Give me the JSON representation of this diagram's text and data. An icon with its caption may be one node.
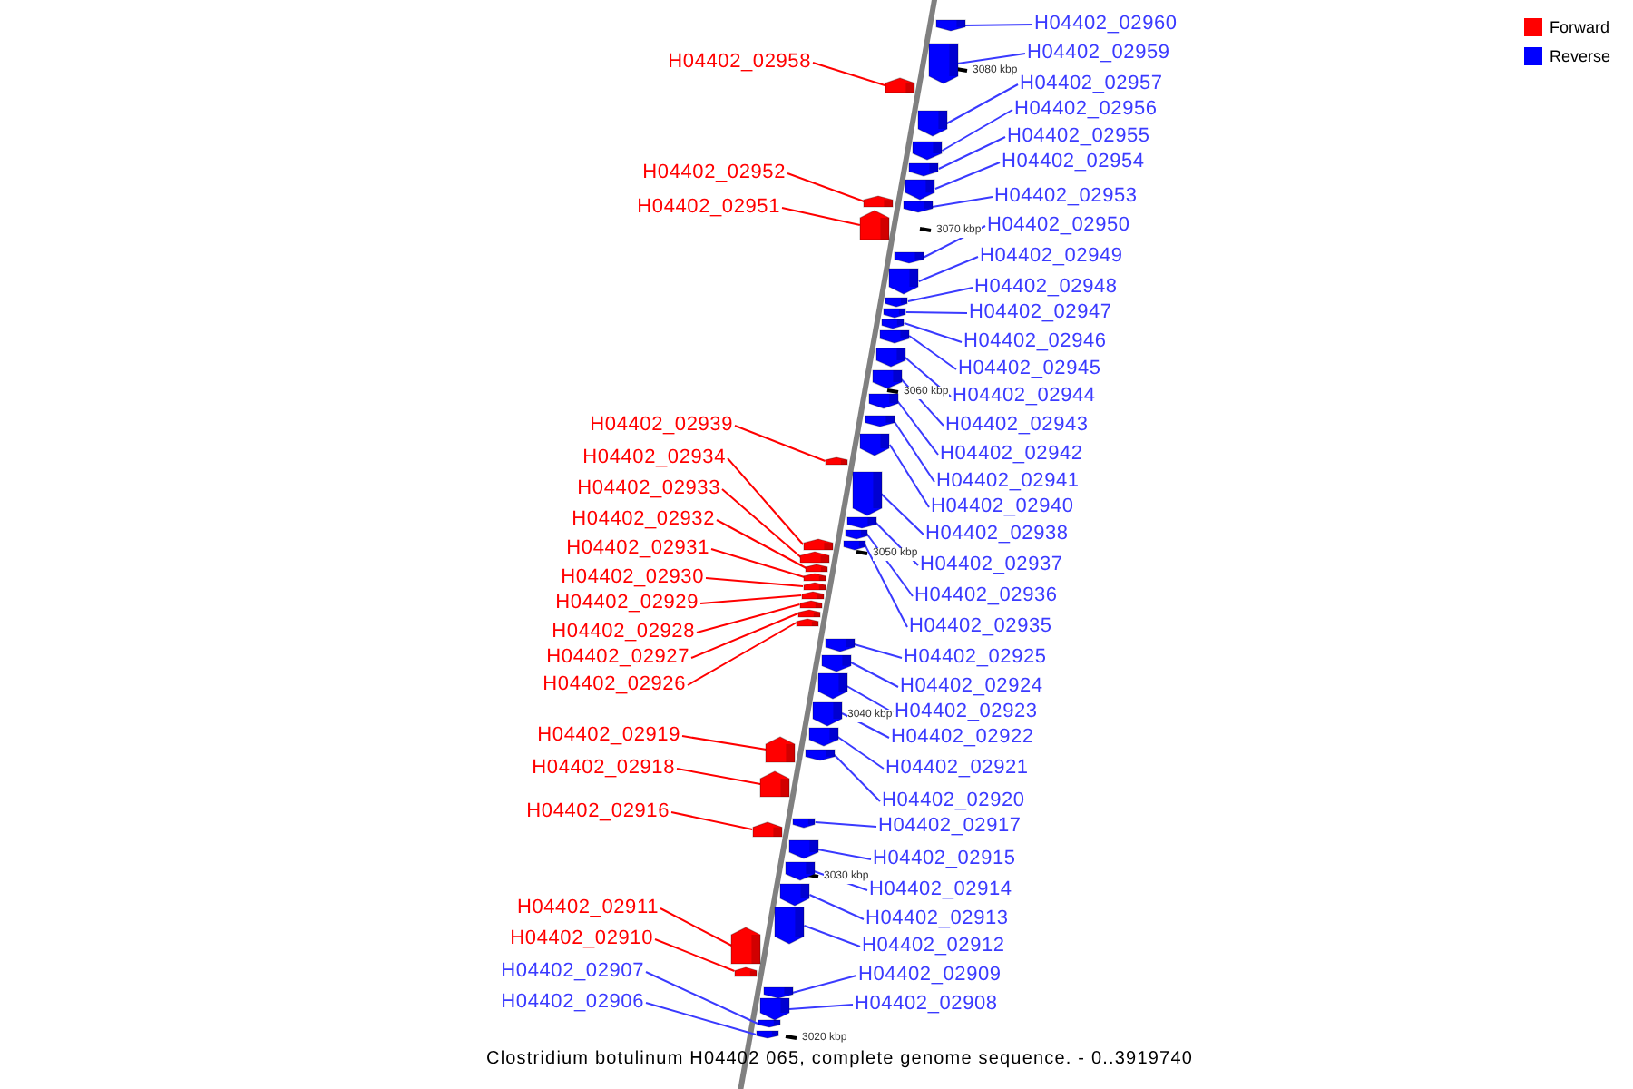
{
  "diagram": {
    "caption": "Clostridium botulinum H04402 065, complete genome sequence. - 0..3919740",
    "nodes": [
      {
        "text": [
          "H04402_02958"
        ]
      },
      {
        "text": [],
        "shape": "arrow"
      },
      {
        "text": [
          "H04402_02952"
        ]
      },
      {
        "text": [],
        "shape": "arrow"
      },
      {
        "text": [
          "H04402_02951"
        ]
      },
      {
        "text": [],
        "shape": "arrow"
      },
      {
        "text": [
          "H04402_02939"
        ]
      },
      {
        "text": [],
        "shape": "arrow"
      },
      {
        "text": [
          "H04402_02934"
        ]
      },
      {
        "text": [],
        "shape": "arrow"
      },
      {
        "text": [
          "H04402_02933"
        ]
      },
      {
        "text": [],
        "shape": "arrow"
      },
      {
        "text": [
          "H04402_02932"
        ]
      },
      {
        "text": [],
        "shape": "arrow"
      },
      {
        "text": [
          "H04402_02931"
        ]
      },
      {
        "text": [],
        "shape": "arrow"
      },
      {
        "text": [
          "H04402_02930"
        ]
      },
      {
        "text": [],
        "shape": "arrow"
      },
      {
        "text": [
          "H04402_02929"
        ]
      },
      {
        "text": [],
        "shape": "arrow"
      },
      {
        "text": [
          "H04402_02928"
        ]
      },
      {
        "text": [],
        "shape": "arrow"
      },
      {
        "text": [
          "H04402_02927"
        ]
      },
      {
        "text": [],
        "shape": "arrow"
      },
      {
        "text": [
          "H04402_02926"
        ]
      },
      {
        "text": [],
        "shape": "arrow"
      },
      {
        "text": [
          "H04402_02919"
        ]
      },
      {
        "text": [],
        "shape": "arrow"
      },
      {
        "text": [
          "H04402_02918"
        ]
      },
      {
        "text": [],
        "shape": "arrow"
      },
      {
        "text": [
          "H04402_02916"
        ]
      },
      {
        "text": [],
        "shape": "arrow"
      },
      {
        "text": [
          "H04402_02911"
        ]
      },
      {
        "text": [],
        "shape": "arrow"
      },
      {
        "text": [
          "H04402_02910"
        ]
      },
      {
        "text": [],
        "shape": "arrow"
      },
      {
        "text": [
          "H04402_02907"
        ]
      },
      {
        "text": [],
        "shape": "arrow"
      },
      {
        "text": [
          "H04402_02906"
        ]
      },
      {
        "text": [],
        "shape": "arrow"
      },
      {
        "text": [
          "H04402_02960"
        ]
      },
      {
        "text": [],
        "shape": "arrow"
      },
      {
        "text": [
          "H04402_02959"
        ]
      },
      {
        "text": [],
        "shape": "arrow"
      },
      {
        "text": [
          "H04402_02957"
        ]
      },
      {
        "text": [],
        "shape": "arrow"
      },
      {
        "text": [
          "H04402_02956"
        ]
      },
      {
        "text": [],
        "shape": "arrow"
      },
      {
        "text": [
          "H04402_02955"
        ]
      },
      {
        "text": [],
        "shape": "arrow"
      },
      {
        "text": [
          "H04402_02954"
        ]
      },
      {
        "text": [],
        "shape": "arrow"
      },
      {
        "text": [
          "H04402_02953"
        ]
      },
      {
        "text": [],
        "shape": "arrow"
      },
      {
        "text": [
          "H04402_02950"
        ]
      },
      {
        "text": [],
        "shape": "arrow"
      },
      {
        "text": [
          "H04402_02949"
        ]
      },
      {
        "text": [],
        "shape": "arrow"
      },
      {
        "text": [
          "H04402_02948"
        ]
      },
      {
        "text": [],
        "shape": "arrow"
      },
      {
        "text": [
          "H04402_02947"
        ]
      },
      {
        "text": [],
        "shape": "arrow"
      },
      {
        "text": [
          "H04402_02946"
        ]
      },
      {
        "text": [],
        "shape": "arrow"
      },
      {
        "text": [
          "H04402_02945"
        ]
      },
      {
        "text": [],
        "shape": "arrow"
      },
      {
        "text": [
          "H04402_02944"
        ]
      },
      {
        "text": [],
        "shape": "arrow"
      },
      {
        "text": [
          "H04402_02943"
        ]
      },
      {
        "text": [],
        "shape": "arrow"
      },
      {
        "text": [
          "H04402_02942"
        ]
      },
      {
        "text": [],
        "shape": "arrow"
      },
      {
        "text": [
          "H04402_02941"
        ]
      },
      {
        "text": [],
        "shape": "arrow"
      },
      {
        "text": [
          "H04402_02940"
        ]
      },
      {
        "text": [],
        "shape": "arrow"
      },
      {
        "text": [
          "H04402_02938"
        ]
      },
      {
        "text": [],
        "shape": "arrow"
      },
      {
        "text": [
          "H04402_02937"
        ]
      },
      {
        "text": [],
        "shape": "arrow"
      },
      {
        "text": [
          "H04402_02936"
        ]
      },
      {
        "text": [],
        "shape": "arrow"
      },
      {
        "text": [
          "H04402_02935"
        ]
      },
      {
        "text": [],
        "shape": "arrow"
      },
      {
        "text": [
          "H04402_02925"
        ]
      },
      {
        "text": [],
        "shape": "arrow"
      },
      {
        "text": [
          "H04402_02924"
        ]
      },
      {
        "text": [],
        "shape": "arrow"
      },
      {
        "text": [
          "H04402_02923"
        ]
      },
      {
        "text": [],
        "shape": "arrow"
      },
      {
        "text": [
          "H04402_02922"
        ]
      },
      {
        "text": [],
        "shape": "arrow"
      },
      {
        "text": [
          "H04402_02921"
        ]
      },
      {
        "text": [],
        "shape": "arrow"
      },
      {
        "text": [
          "H04402_02920"
        ]
      },
      {
        "text": [],
        "shape": "arrow"
      },
      {
        "text": [
          "H04402_02917"
        ]
      },
      {
        "text": [],
        "shape": "arrow"
      },
      {
        "text": [
          "H04402_02915"
        ]
      },
      {
        "text": [],
        "shape": "arrow"
      },
      {
        "text": [
          "H04402_02914"
        ]
      },
      {
        "text": [],
        "shape": "arrow"
      },
      {
        "text": [
          "H04402_02913"
        ]
      },
      {
        "text": [],
        "shape": "arrow"
      },
      {
        "text": [
          "H04402_02912"
        ]
      },
      {
        "text": [],
        "shape": "arrow"
      },
      {
        "text": [
          "H04402_02909"
        ]
      },
      {
        "text": [],
        "shape": "arrow"
      },
      {
        "text": [
          "H04402_02908"
        ]
      },
      {
        "text": [],
        "shape": "arrow"
      }
    ],
    "edges": [
      {
        "from": 0,
        "to": 1,
        "arrow": "none",
        "color": "#ff0000"
      },
      {
        "from": 2,
        "to": 3,
        "arrow": "none",
        "color": "#ff0000"
      },
      {
        "from": 4,
        "to": 5,
        "arrow": "none",
        "color": "#ff0000"
      },
      {
        "from": 6,
        "to": 7,
        "arrow": "none",
        "color": "#ff0000"
      },
      {
        "from": 8,
        "to": 9,
        "arrow": "none",
        "color": "#ff0000"
      },
      {
        "from": 10,
        "to": 11,
        "arrow": "none",
        "color": "#ff0000"
      },
      {
        "from": 12,
        "to": 13,
        "arrow": "none",
        "color": "#ff0000"
      },
      {
        "from": 14,
        "to": 15,
        "arrow": "none",
        "color": "#ff0000"
      },
      {
        "from": 16,
        "to": 17,
        "arrow": "none",
        "color": "#ff0000"
      },
      {
        "from": 18,
        "to": 19,
        "arrow": "none",
        "color": "#ff0000"
      },
      {
        "from": 20,
        "to": 21,
        "arrow": "none",
        "color": "#ff0000"
      },
      {
        "from": 22,
        "to": 23,
        "arrow": "none",
        "color": "#ff0000"
      },
      {
        "from": 24,
        "to": 25,
        "arrow": "none",
        "color": "#ff0000"
      },
      {
        "from": 26,
        "to": 27,
        "arrow": "none",
        "color": "#ff0000"
      },
      {
        "from": 28,
        "to": 29,
        "arrow": "none",
        "color": "#ff0000"
      },
      {
        "from": 30,
        "to": 31,
        "arrow": "none",
        "color": "#ff0000"
      },
      {
        "from": 32,
        "to": 33,
        "arrow": "none",
        "color": "#ff0000"
      },
      {
        "from": 34,
        "to": 35,
        "arrow": "none",
        "color": "#ff0000"
      },
      {
        "from": 36,
        "to": 37,
        "arrow": "none"
      },
      {
        "from": 38,
        "to": 39,
        "arrow": "none"
      },
      {
        "from": 40,
        "to": 41,
        "arrow": "none"
      },
      {
        "from": 42,
        "to": 43,
        "arrow": "none"
      },
      {
        "from": 44,
        "to": 45,
        "arrow": "none"
      },
      {
        "from": 46,
        "to": 47,
        "arrow": "none"
      },
      {
        "from": 48,
        "to": 49,
        "arrow": "none"
      },
      {
        "from": 50,
        "to": 51,
        "arrow": "none"
      },
      {
        "from": 52,
        "to": 53,
        "arrow": "none"
      },
      {
        "from": 54,
        "to": 55,
        "arrow": "none"
      },
      {
        "from": 56,
        "to": 57,
        "arrow": "none"
      },
      {
        "from": 58,
        "to": 59,
        "arrow": "none"
      },
      {
        "from": 60,
        "to": 61,
        "arrow": "none"
      },
      {
        "from": 62,
        "to": 63,
        "arrow": "none"
      },
      {
        "from": 64,
        "to": 65,
        "arrow": "none"
      },
      {
        "from": 66,
        "to": 67,
        "arrow": "none"
      },
      {
        "from": 68,
        "to": 69,
        "arrow": "none"
      },
      {
        "from": 70,
        "to": 71,
        "arrow": "none"
      },
      {
        "from": 72,
        "to": 73,
        "arrow": "none"
      },
      {
        "from": 74,
        "to": 75,
        "arrow": "none"
      },
      {
        "from": 76,
        "to": 77,
        "arrow": "none"
      },
      {
        "from": 78,
        "to": 79,
        "arrow": "none"
      },
      {
        "from": 80,
        "to": 81,
        "arrow": "none"
      },
      {
        "from": 82,
        "to": 83,
        "arrow": "none"
      },
      {
        "from": 84,
        "to": 85,
        "arrow": "none"
      },
      {
        "from": 86,
        "to": 87,
        "arrow": "none"
      },
      {
        "from": 88,
        "to": 89,
        "arrow": "none"
      },
      {
        "from": 90,
        "to": 91,
        "arrow": "none"
      },
      {
        "from": 92,
        "to": 93,
        "arrow": "none"
      },
      {
        "from": 94,
        "to": 95,
        "arrow": "none"
      },
      {
        "from": 96,
        "to": 97,
        "arrow": "none"
      },
      {
        "from": 98,
        "to": 99,
        "arrow": "none"
      },
      {
        "from": 100,
        "to": 101,
        "arrow": "none"
      },
      {
        "from": 102,
        "to": 103,
        "arrow": "none"
      },
      {
        "from": 104,
        "to": 105,
        "arrow": "none"
      },
      {
        "from": 106,
        "to": 107,
        "arrow": "none"
      },
      {
        "from": 108,
        "to": 109,
        "arrow": "none"
      }
    ],
    "labels": [
      "3080 kbp",
      "3070 kbp",
      "3060 kbp",
      "3050 kbp",
      "3040 kbp",
      "3030 kbp",
      "3020 kbp"
    ],
    "legend": [
      {
        "text": "Forward",
        "color": "#ff0000"
      },
      {
        "text": "Reverse",
        "color": "#0000ff"
      }
    ]
  }
}
